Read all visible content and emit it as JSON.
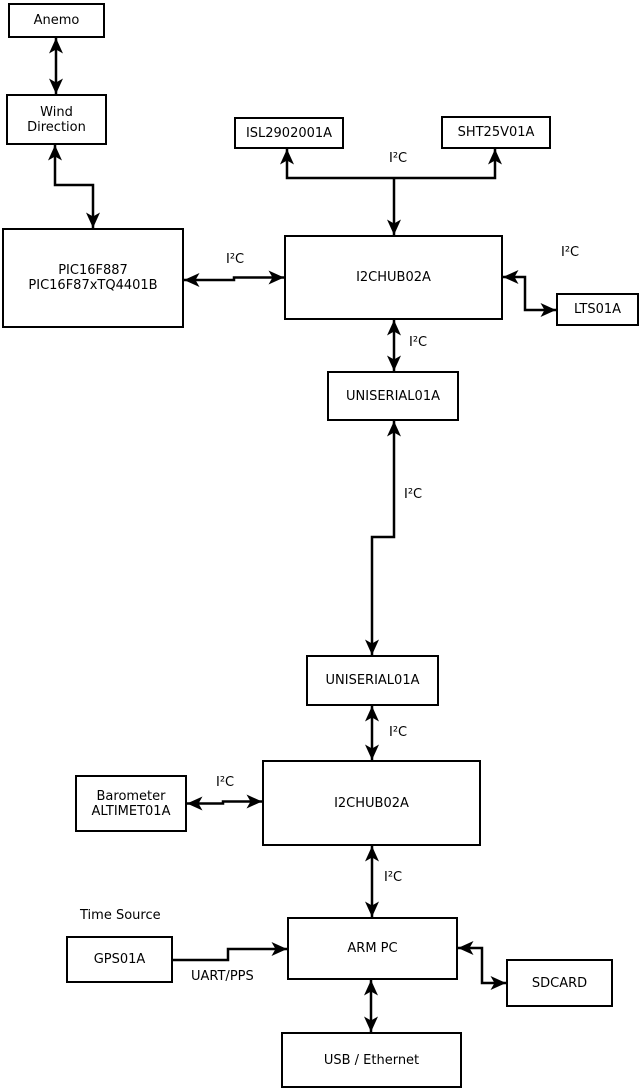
{
  "diagram_type": "block-diagram",
  "nodes": {
    "anemo": {
      "lines": [
        "Anemo"
      ]
    },
    "wind_direction": {
      "lines": [
        "Wind",
        "Direction"
      ]
    },
    "pic": {
      "lines": [
        "PIC16F887",
        "PIC16F87xTQ4401B"
      ]
    },
    "isl": {
      "lines": [
        "ISL2902001A"
      ]
    },
    "sht": {
      "lines": [
        "SHT25V01A"
      ]
    },
    "hub1": {
      "lines": [
        "I2CHUB02A"
      ]
    },
    "lts": {
      "lines": [
        "LTS01A"
      ]
    },
    "uniserial1": {
      "lines": [
        "UNISERIAL01A"
      ]
    },
    "uniserial2": {
      "lines": [
        "UNISERIAL01A"
      ]
    },
    "barometer": {
      "lines": [
        "Barometer",
        "ALTIMET01A"
      ]
    },
    "hub2": {
      "lines": [
        "I2CHUB02A"
      ]
    },
    "arm_pc": {
      "lines": [
        "ARM PC"
      ]
    },
    "gps": {
      "lines": [
        "GPS01A"
      ]
    },
    "sdcard": {
      "lines": [
        "SDCARD"
      ]
    },
    "usb_ethernet": {
      "lines": [
        "USB / Ethernet"
      ]
    }
  },
  "edge_labels": {
    "i2c_pic_hub1": "I²C",
    "i2c_sensor_bus": "I²C",
    "i2c_lts": "I²C",
    "i2c_hub1_uniserial1": "I²C",
    "i2c_uniserial_link": "I²C",
    "i2c_uniserial2_hub2": "I²C",
    "i2c_barometer_hub2": "I²C",
    "i2c_hub2_armpc": "I²C",
    "time_source": "Time Source",
    "uart_pps": "UART/PPS"
  },
  "connections": [
    {
      "from": "Anemo",
      "to": "Wind Direction",
      "bidirectional": true
    },
    {
      "from": "Wind Direction",
      "to": "PIC16F887 PIC16F87xTQ4401B",
      "bidirectional": true
    },
    {
      "from": "PIC16F887 PIC16F87xTQ4401B",
      "to": "I2CHUB02A (upper)",
      "label": "I²C",
      "bidirectional": true
    },
    {
      "from": "I2CHUB02A (upper)",
      "to": "ISL2902001A",
      "label": "I²C",
      "bidirectional": false
    },
    {
      "from": "I2CHUB02A (upper)",
      "to": "SHT25V01A",
      "label": "I²C",
      "bidirectional": false
    },
    {
      "from": "I2CHUB02A (upper)",
      "to": "LTS01A",
      "label": "I²C",
      "bidirectional": true
    },
    {
      "from": "I2CHUB02A (upper)",
      "to": "UNISERIAL01A (upper)",
      "label": "I²C",
      "bidirectional": true
    },
    {
      "from": "UNISERIAL01A (upper)",
      "to": "UNISERIAL01A (lower)",
      "label": "I²C",
      "bidirectional": true
    },
    {
      "from": "UNISERIAL01A (lower)",
      "to": "I2CHUB02A (lower)",
      "label": "I²C",
      "bidirectional": true
    },
    {
      "from": "Barometer ALTIMET01A",
      "to": "I2CHUB02A (lower)",
      "label": "I²C",
      "bidirectional": true
    },
    {
      "from": "I2CHUB02A (lower)",
      "to": "ARM PC",
      "label": "I²C",
      "bidirectional": true
    },
    {
      "from": "GPS01A",
      "to": "ARM PC",
      "label": "UART/PPS",
      "bidirectional": false
    },
    {
      "from": "ARM PC",
      "to": "SDCARD",
      "bidirectional": true
    },
    {
      "from": "ARM PC",
      "to": "USB / Ethernet",
      "bidirectional": true
    }
  ],
  "colors": {
    "background": "#ffffff",
    "line": "#000000",
    "box_border": "#000000",
    "text": "#000000"
  }
}
